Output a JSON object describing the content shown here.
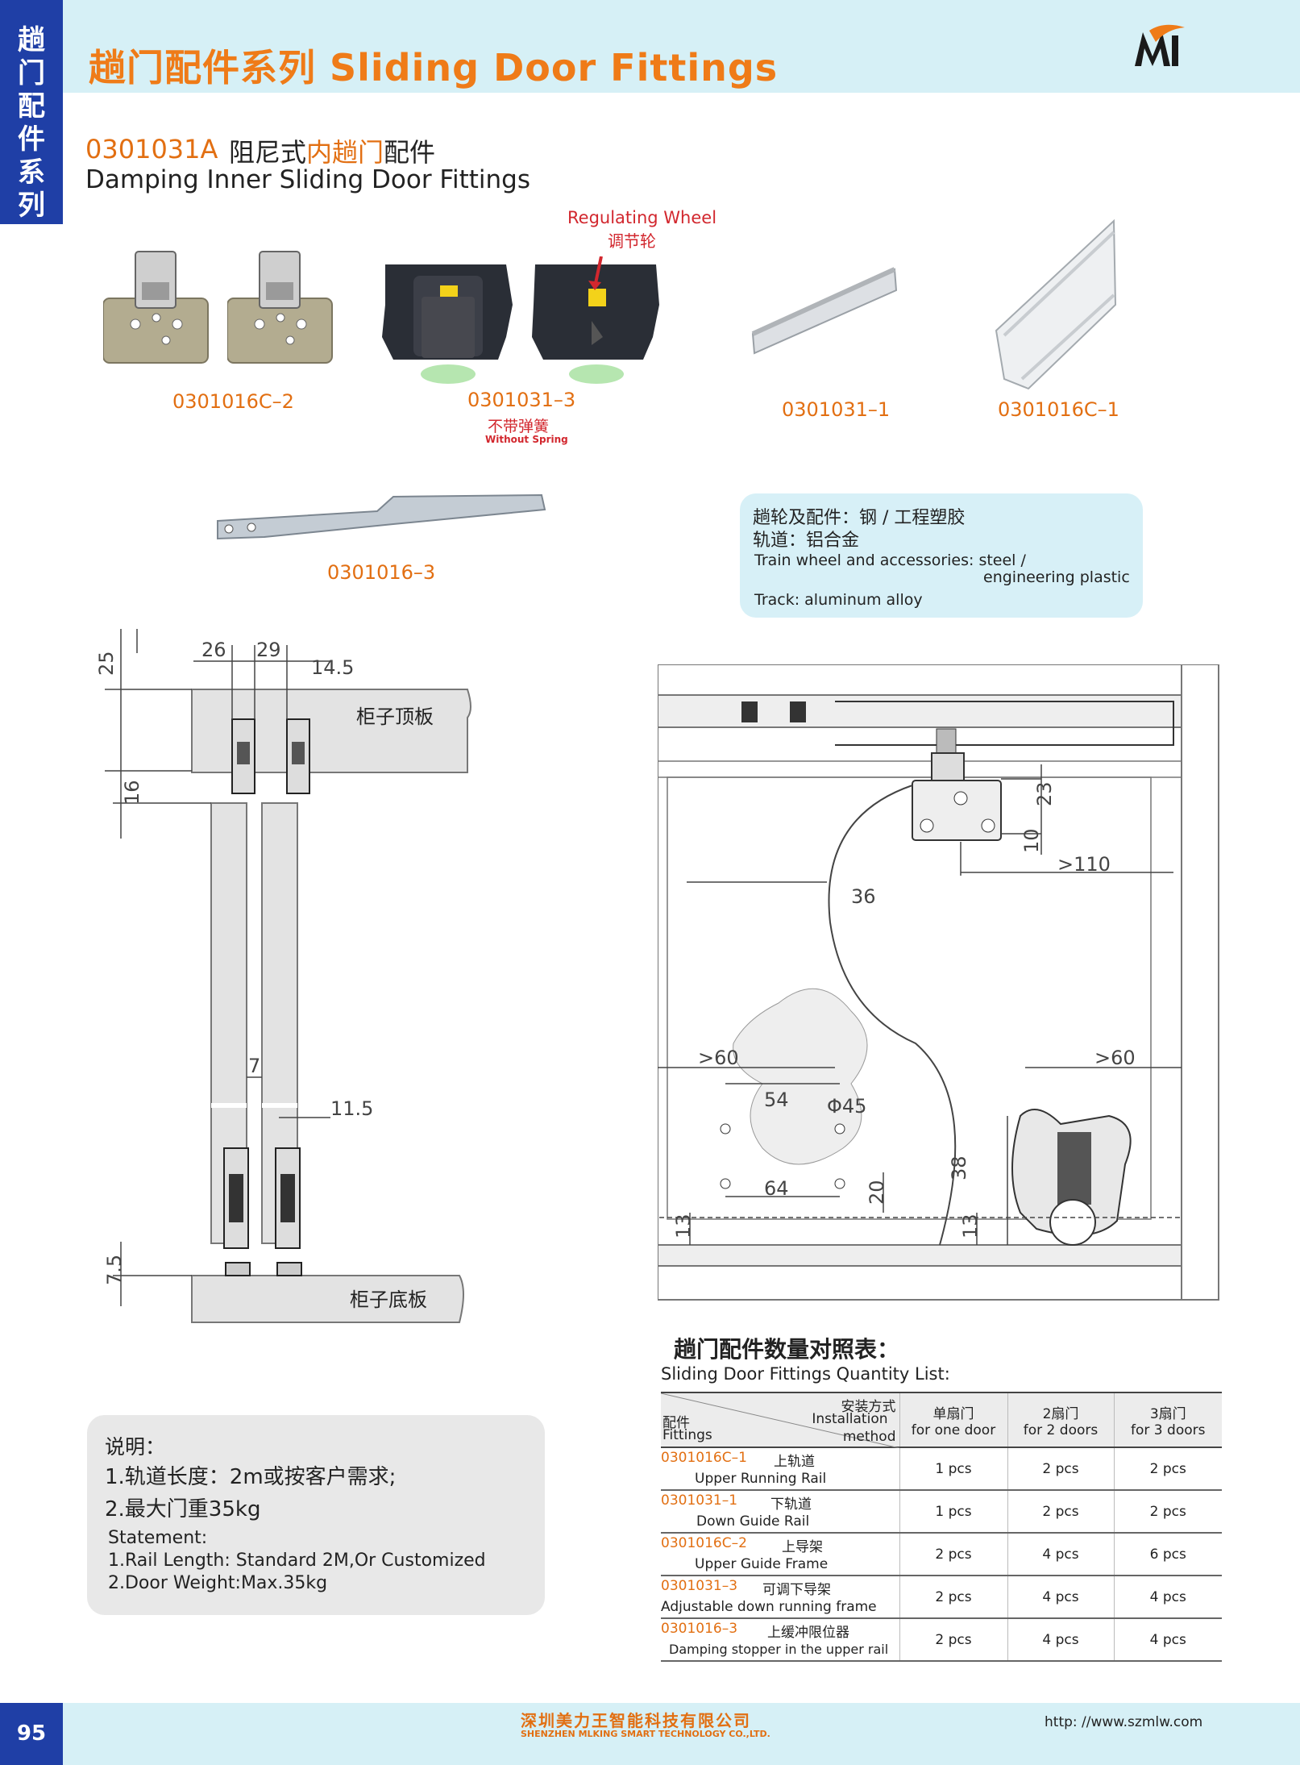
{
  "side_tab": {
    "chars": [
      "趟",
      "门",
      "配",
      "件",
      "系",
      "列"
    ]
  },
  "header": {
    "title": "趟门配件系列  Sliding Door Fittings",
    "logo": "MLKING logo"
  },
  "product": {
    "code": "0301031A",
    "name_cn_prefix": "阻尼式",
    "name_cn_highlight": "内趟门",
    "name_cn_suffix": "配件",
    "name_en": "Damping Inner Sliding Door Fittings"
  },
  "parts": {
    "p1_label": "0301016C–2",
    "p2_label": "0301031–3",
    "p2_note_cn": "不带弹簧",
    "p2_note_en": "Without Spring",
    "regulating_en": "Regulating Wheel",
    "regulating_cn": "调节轮",
    "p3_label": "0301031–1",
    "p4_label": "0301016C–1",
    "p5_label": "0301016–3"
  },
  "spec": {
    "line1": "趟轮及配件：钢 / 工程塑胶",
    "line2": "轨道：铝合金",
    "line3": "Train wheel and accessories: steel  /",
    "line4": "engineering plastic",
    "line5": "Track: aluminum alloy"
  },
  "left_drawing": {
    "dims": [
      "25",
      "26",
      "29",
      "14.5",
      "16",
      "7",
      "11.5",
      "7.5"
    ],
    "top_panel": "柜子顶板",
    "bottom_panel": "柜子底板"
  },
  "right_drawing": {
    "dims": [
      "23",
      "10",
      ">110",
      "36",
      ">60",
      "54",
      "Φ45",
      "64",
      "20",
      "13",
      "38",
      "13",
      ">60"
    ]
  },
  "notes": {
    "title": "说明：",
    "line1": "1.轨道长度：2m或按客户需求;",
    "line2": "2.最大门重35kg",
    "en_title": "Statement:",
    "en_line1": "1.Rail Length: Standard 2M,Or Customized",
    "en_line2": "2.Door Weight:Max.35kg"
  },
  "qty": {
    "title_cn": "趟门配件数量对照表：",
    "title_en": "Sliding Door Fittings Quantity List:",
    "header": {
      "fit_cn": "配件",
      "fit_en": "Fittings",
      "method_cn": "安装方式",
      "method_en1": "Installation",
      "method_en2": "method",
      "c1_cn": "单扇门",
      "c1_en": "for one door",
      "c2_cn": "2扇门",
      "c2_en": "for 2 doors",
      "c3_cn": "3扇门",
      "c3_en": "for 3 doors"
    },
    "rows": [
      {
        "code": "0301016C–1",
        "cn": "上轨道",
        "en": "Upper Running Rail",
        "v1": "1 pcs",
        "v2": "2 pcs",
        "v3": "2 pcs"
      },
      {
        "code": "0301031–1",
        "cn": "下轨道",
        "en": "Down Guide Rail",
        "v1": "1 pcs",
        "v2": "2 pcs",
        "v3": "2 pcs"
      },
      {
        "code": "0301016C–2",
        "cn": "上导架",
        "en": "Upper Guide Frame",
        "v1": "2 pcs",
        "v2": "4 pcs",
        "v3": "6 pcs"
      },
      {
        "code": "0301031–3",
        "cn": "可调下导架",
        "en": "Adjustable down running frame",
        "v1": "2 pcs",
        "v2": "4 pcs",
        "v3": "4 pcs"
      },
      {
        "code": "0301016–3",
        "cn": "上缓冲限位器",
        "en": "Damping stopper in the upper rail",
        "v1": "2 pcs",
        "v2": "4 pcs",
        "v3": "4 pcs"
      }
    ]
  },
  "footer": {
    "page": "95",
    "company_cn": "深圳美力王智能科技有限公司",
    "company_en": "SHENZHEN MLKING SMART TECHNOLOGY CO.,LTD.",
    "website": "http: //www.szmlw.com"
  },
  "colors": {
    "brand_blue": "#1f3fa6",
    "accent_orange": "#ef7b18",
    "header_band": "#d6f0f6"
  }
}
